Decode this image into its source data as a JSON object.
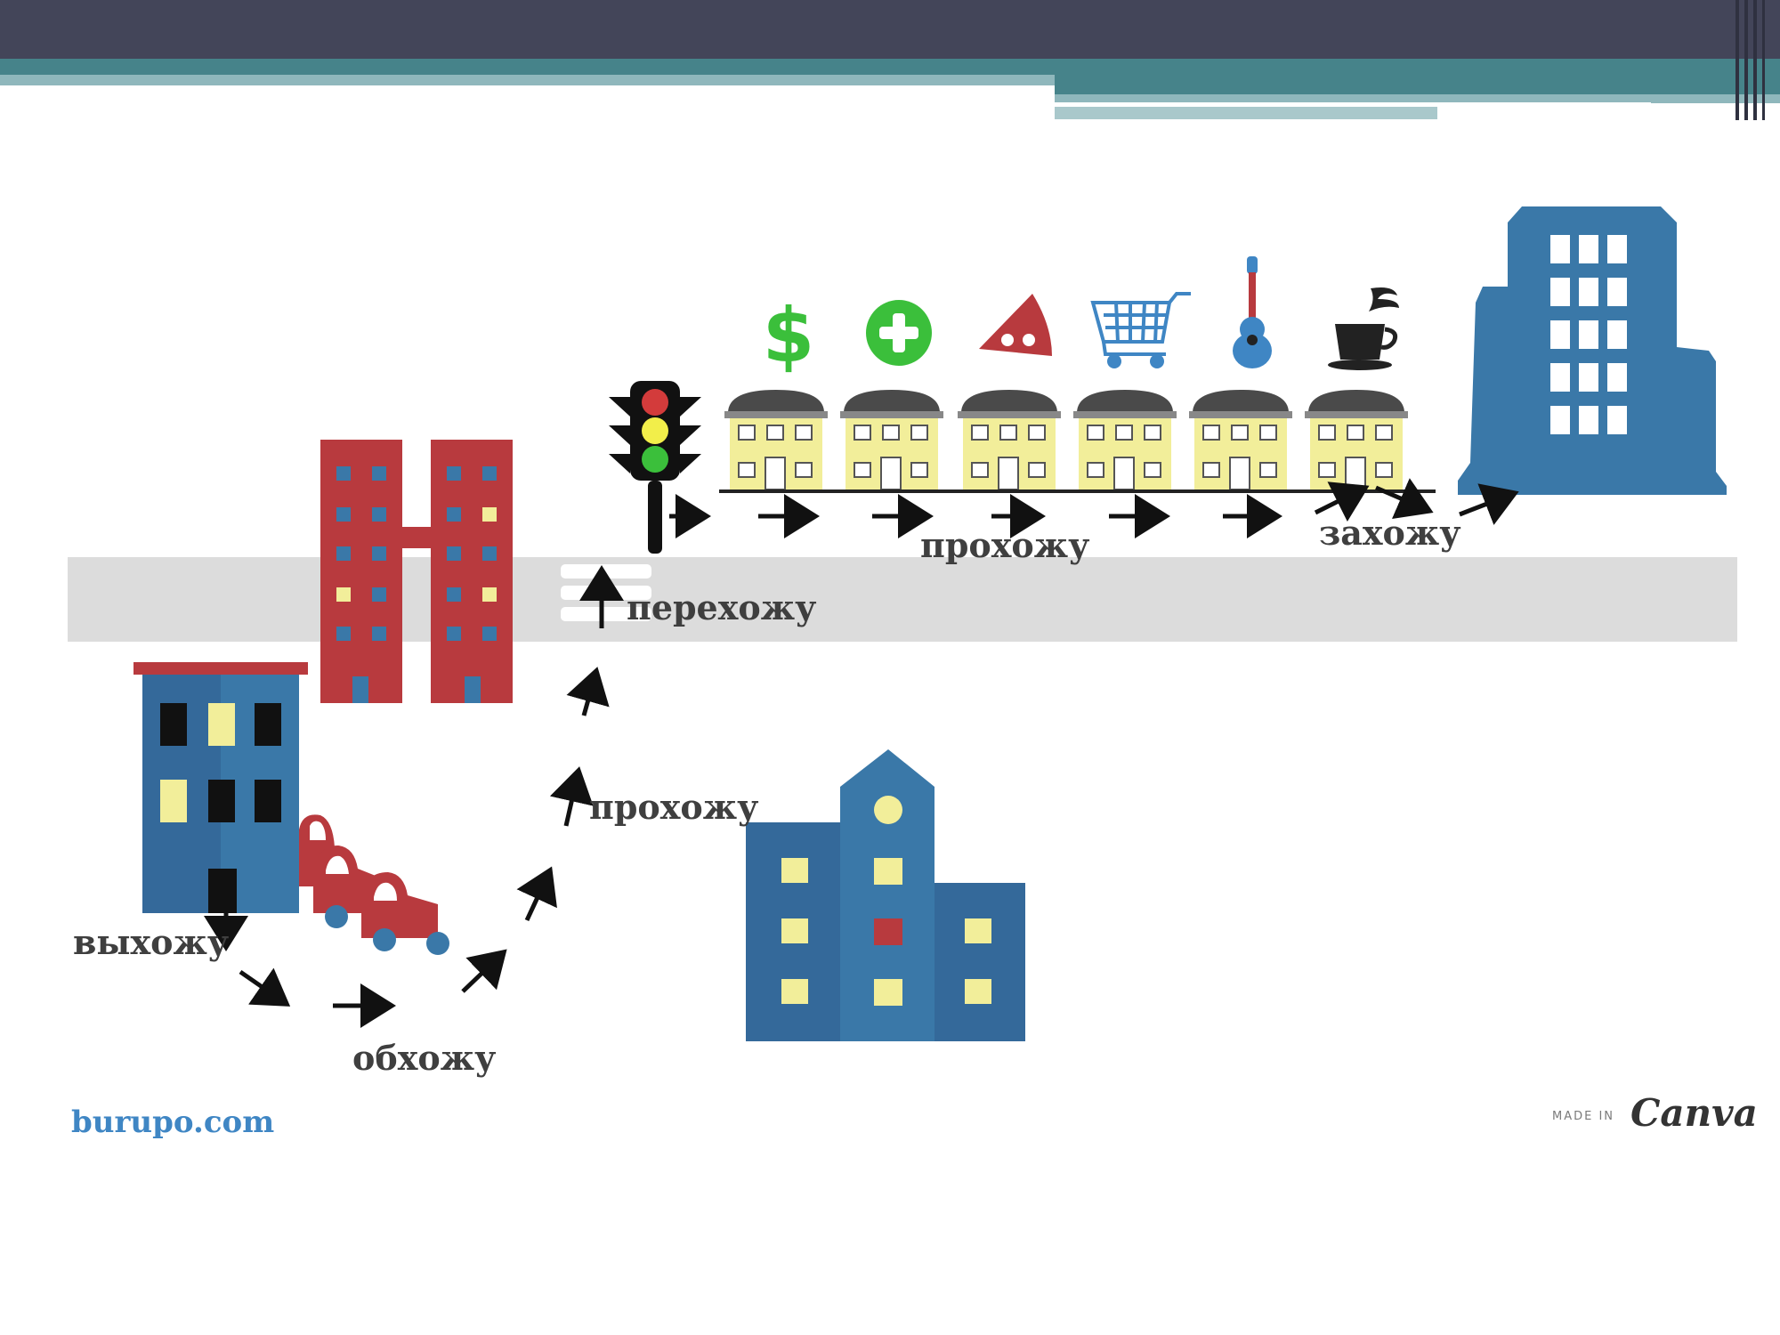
{
  "labels": {
    "exit": "выхожу",
    "go_around": "обхожу",
    "pass_by_lower": "прохожу",
    "cross": "перехожу",
    "pass_by_upper": "прохожу",
    "enter": "захожу"
  },
  "footer": {
    "website": "burupo.com",
    "made_in": "MADE IN",
    "brand": "Canva"
  },
  "shop_icons": [
    "dollar-icon",
    "plus-cross-icon",
    "pizza-slice-icon",
    "shopping-cart-icon",
    "guitar-icon",
    "coffee-cup-icon"
  ],
  "colors": {
    "header_dark": "#434559",
    "header_teal": "#46838a",
    "road": "#dcdcdc",
    "building_blue": "#3a78a8",
    "building_red": "#b83a3e",
    "shop_yellow": "#f2ee9a",
    "green": "#3bbf3b"
  }
}
